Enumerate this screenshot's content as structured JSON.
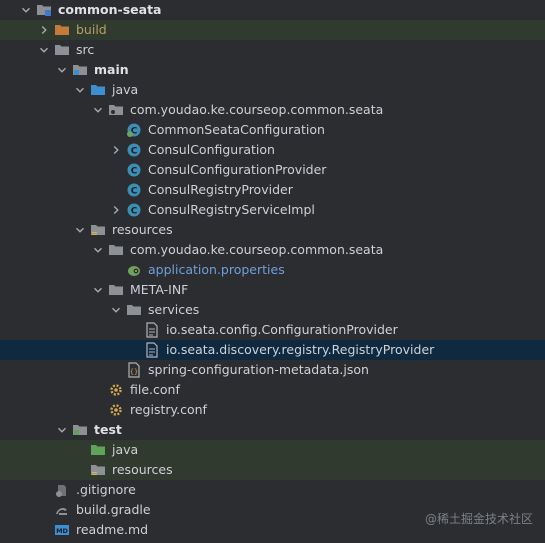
{
  "tree": [
    {
      "label": "common-seata",
      "indent": 0,
      "chevron": "down",
      "icon": "folder-module",
      "style": "bold"
    },
    {
      "label": "build",
      "indent": 1,
      "chevron": "right",
      "icon": "folder-orange",
      "style": "orange",
      "row": "green"
    },
    {
      "label": "src",
      "indent": 1,
      "chevron": "down",
      "icon": "folder"
    },
    {
      "label": "main",
      "indent": 2,
      "chevron": "down",
      "icon": "folder-source-root",
      "style": "bold"
    },
    {
      "label": "java",
      "indent": 3,
      "chevron": "down",
      "icon": "folder-blue"
    },
    {
      "label": "com.youdao.ke.courseop.common.seata",
      "indent": 4,
      "chevron": "down",
      "icon": "package"
    },
    {
      "label": "CommonSeataConfiguration",
      "indent": 5,
      "chevron": "none",
      "icon": "class-config"
    },
    {
      "label": "ConsulConfiguration",
      "indent": 5,
      "chevron": "right",
      "icon": "class"
    },
    {
      "label": "ConsulConfigurationProvider",
      "indent": 5,
      "chevron": "none",
      "icon": "class"
    },
    {
      "label": "ConsulRegistryProvider",
      "indent": 5,
      "chevron": "none",
      "icon": "class"
    },
    {
      "label": "ConsulRegistryServiceImpl",
      "indent": 5,
      "chevron": "right",
      "icon": "class"
    },
    {
      "label": "resources",
      "indent": 3,
      "chevron": "down",
      "icon": "folder-resources"
    },
    {
      "label": "com.youdao.ke.courseop.common.seata",
      "indent": 4,
      "chevron": "down",
      "icon": "folder"
    },
    {
      "label": "application.properties",
      "indent": 5,
      "chevron": "none",
      "icon": "properties",
      "style": "blue"
    },
    {
      "label": "META-INF",
      "indent": 4,
      "chevron": "down",
      "icon": "folder"
    },
    {
      "label": "services",
      "indent": 5,
      "chevron": "down",
      "icon": "folder"
    },
    {
      "label": "io.seata.config.ConfigurationProvider",
      "indent": 6,
      "chevron": "none",
      "icon": "file"
    },
    {
      "label": "io.seata.discovery.registry.RegistryProvider",
      "indent": 6,
      "chevron": "none",
      "icon": "file",
      "row": "selected"
    },
    {
      "label": "spring-configuration-metadata.json",
      "indent": 5,
      "chevron": "none",
      "icon": "json"
    },
    {
      "label": "file.conf",
      "indent": 4,
      "chevron": "none",
      "icon": "conf"
    },
    {
      "label": "registry.conf",
      "indent": 4,
      "chevron": "none",
      "icon": "conf"
    },
    {
      "label": "test",
      "indent": 2,
      "chevron": "down",
      "icon": "folder-test",
      "style": "bold"
    },
    {
      "label": "java",
      "indent": 3,
      "chevron": "none",
      "icon": "folder-green",
      "row": "green"
    },
    {
      "label": "resources",
      "indent": 3,
      "chevron": "none",
      "icon": "folder-resources",
      "row": "green"
    },
    {
      "label": ".gitignore",
      "indent": 1,
      "chevron": "none",
      "icon": "gitignore"
    },
    {
      "label": "build.gradle",
      "indent": 1,
      "chevron": "none",
      "icon": "gradle"
    },
    {
      "label": "readme.md",
      "indent": 1,
      "chevron": "none",
      "icon": "markdown"
    }
  ],
  "watermark": "@稀土掘金技术社区"
}
